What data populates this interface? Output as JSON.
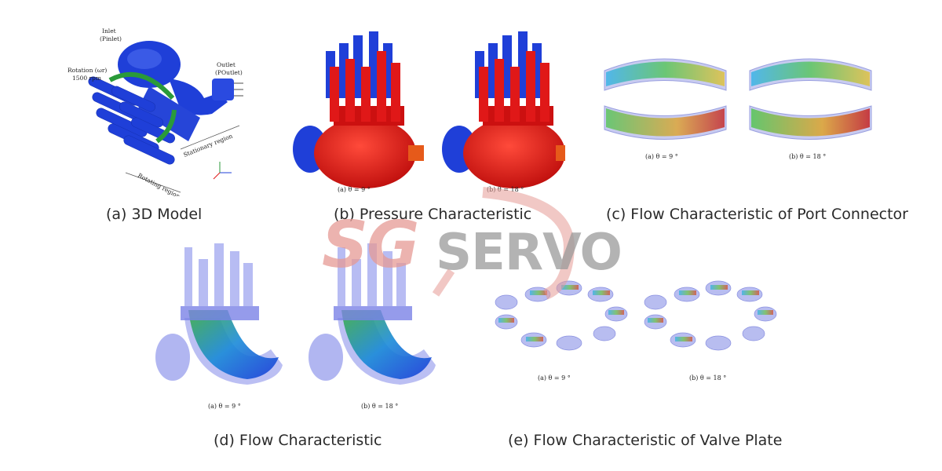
{
  "panels": {
    "a": {
      "caption": "(a) 3D Model",
      "labels": {
        "inlet": "Inlet",
        "inlet_p": "(Pinlet)",
        "rotation": "Rotation (ωr)",
        "rpm": "1500 rpm",
        "outlet": "Outlet",
        "outlet_p": "(POutlet)",
        "rotating": "Rotating region",
        "stationary": "Stationary region"
      }
    },
    "b": {
      "caption": "(b) Pressure Characteristic",
      "sub1": "(a)  θ = 9 °",
      "sub2": "(b)  θ = 18 °"
    },
    "c": {
      "caption": "(c) Flow Characteristic of Port Connector",
      "sub1": "(a)  θ = 9 °",
      "sub2": "(b)  θ = 18 °"
    },
    "d": {
      "caption": "(d) Flow Characteristic",
      "sub1": "(a)  θ = 9 °",
      "sub2": "(b)  θ = 18 °"
    },
    "e": {
      "caption": "(e) Flow Characteristic of Valve Plate",
      "sub1": "(a)  θ = 9 °",
      "sub2": "(b)  θ = 18 °"
    }
  },
  "watermark": {
    "sg": "SG",
    "servo": "SERVO"
  },
  "colors": {
    "model_blue": "#1f3fd8",
    "pressure_red": "#e01818",
    "transparent_blue": "#8f96e8",
    "watermark_red": "#e69a95",
    "watermark_gray": "#9a9a9a"
  }
}
